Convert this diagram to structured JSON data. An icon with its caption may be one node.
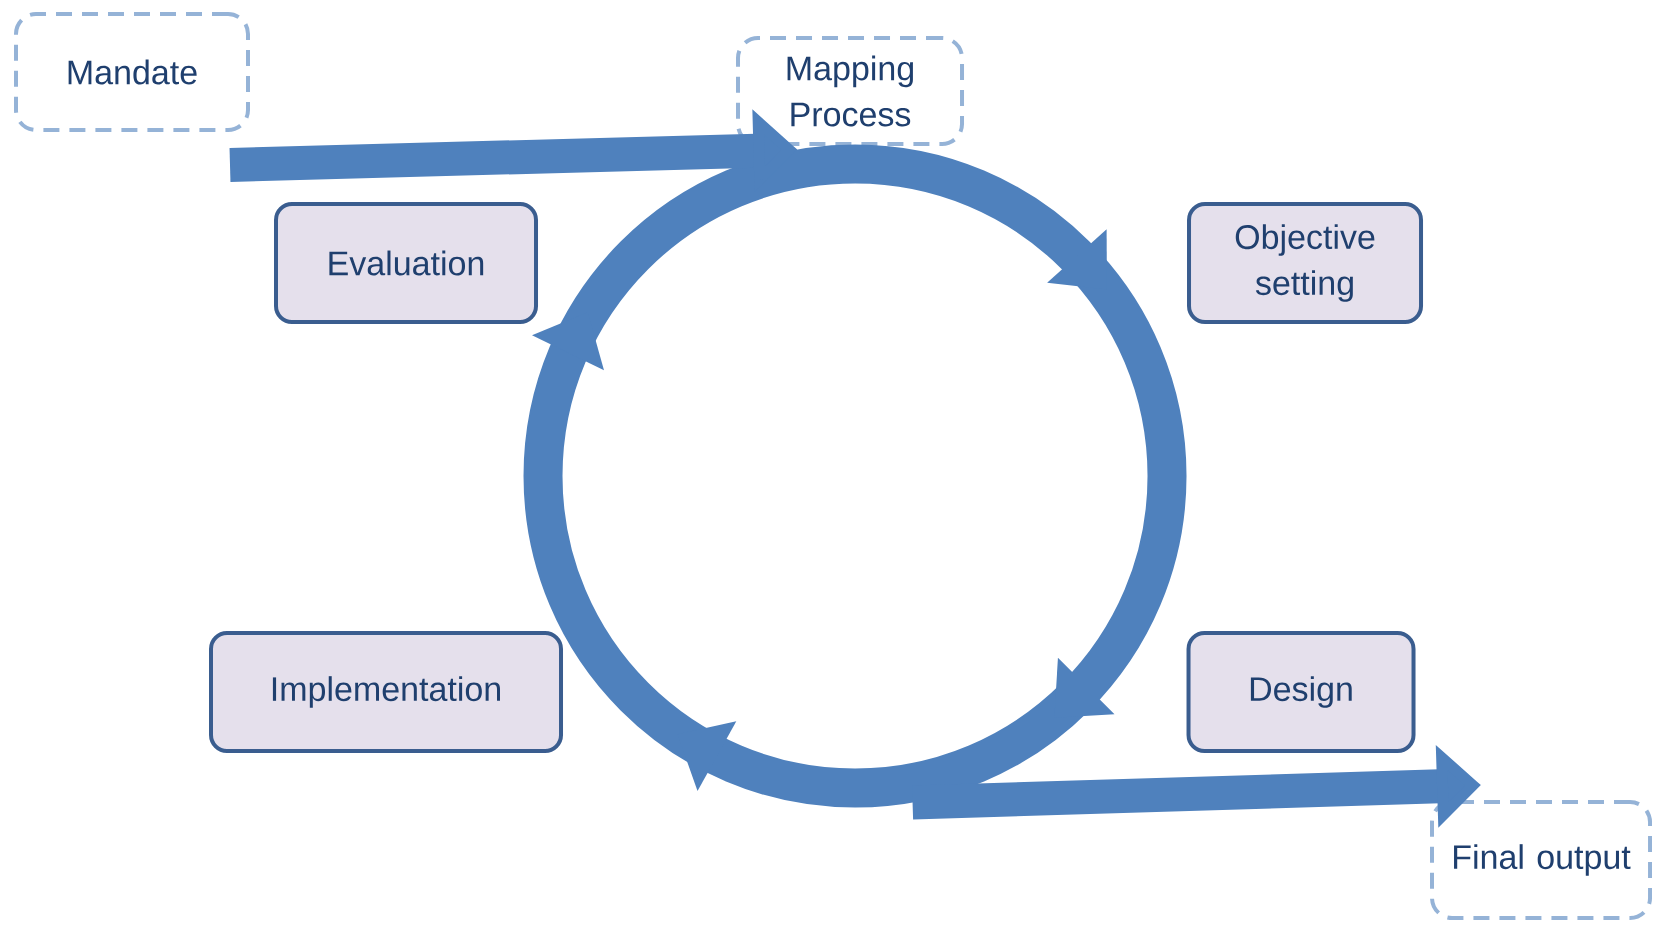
{
  "diagram": {
    "nodes": [
      {
        "text": [
          "Mandate"
        ]
      },
      {
        "text": [
          "Mapping Process"
        ]
      },
      {
        "text": [
          "Evaluation"
        ]
      },
      {
        "text": [
          "Objective setting"
        ]
      },
      {
        "text": [],
        "shape": "circle"
      },
      {
        "text": [
          "Implementation"
        ]
      },
      {
        "text": [
          "Design"
        ]
      },
      {
        "text": [
          "Final output"
        ]
      }
    ],
    "edges": [
      {
        "from": 0,
        "to": 4,
        "arrow": "to"
      },
      {
        "from": 4,
        "to": 7,
        "arrow": "to"
      }
    ]
  }
}
